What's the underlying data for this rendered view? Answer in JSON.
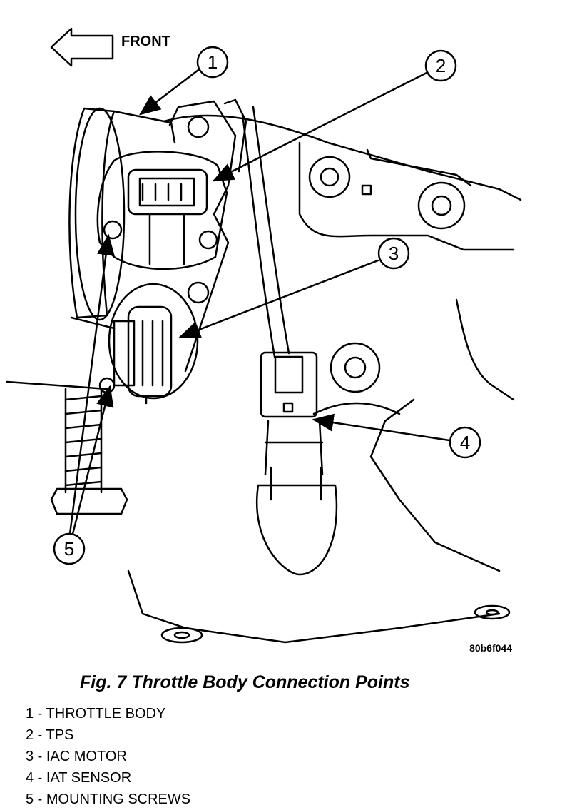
{
  "figure": {
    "front_label": "FRONT",
    "figure_code": "80b6f044",
    "callouts": [
      "1",
      "2",
      "3",
      "4",
      "5"
    ],
    "caption": "Fig. 7 Throttle Body Connection Points"
  },
  "legend": [
    {
      "text": "1 - THROTTLE BODY"
    },
    {
      "text": "2 - TPS"
    },
    {
      "text": "3 - IAC MOTOR"
    },
    {
      "text": "4 - IAT SENSOR"
    },
    {
      "text": "5 - MOUNTING SCREWS"
    }
  ]
}
